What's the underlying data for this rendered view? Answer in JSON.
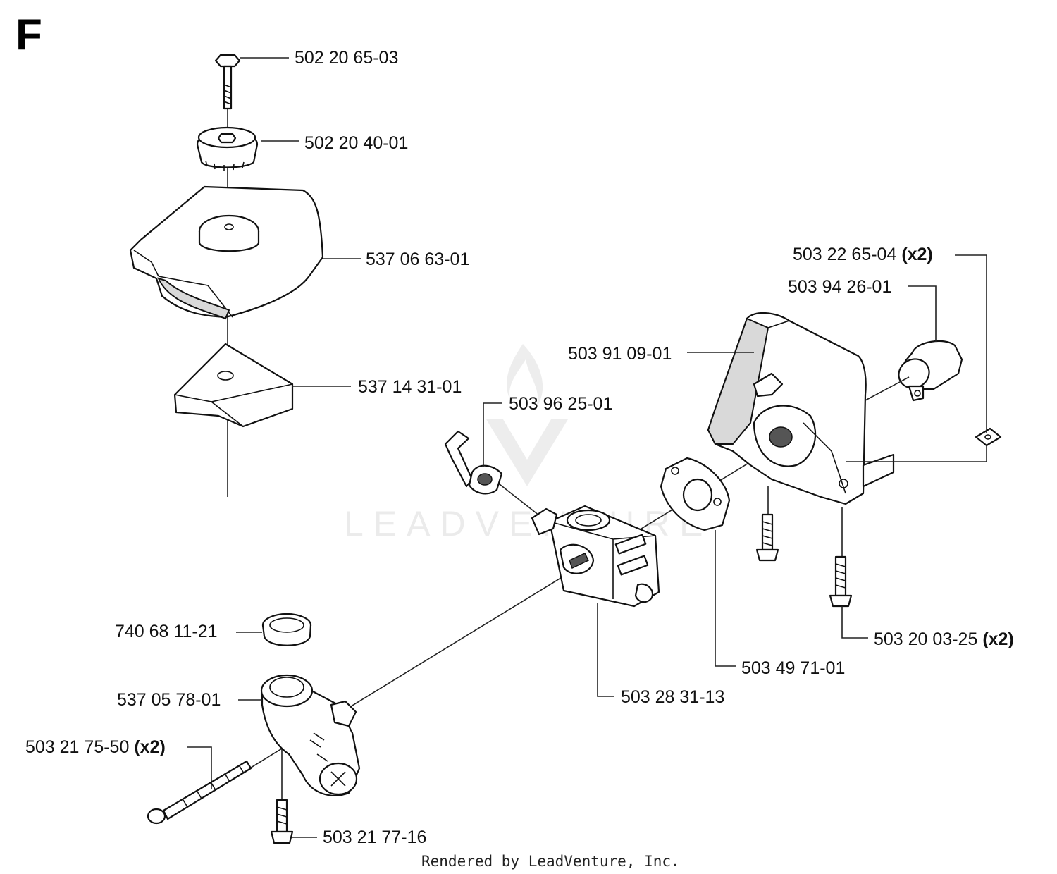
{
  "section_letter": "F",
  "footer": "Rendered by LeadVenture, Inc.",
  "watermark": "LEADVENTURE",
  "parts": [
    {
      "id": "p1",
      "number": "502 20 65-03",
      "qty": ""
    },
    {
      "id": "p2",
      "number": "502 20 40-01",
      "qty": ""
    },
    {
      "id": "p3",
      "number": "537 06 63-01",
      "qty": ""
    },
    {
      "id": "p4",
      "number": "537 14 31-01",
      "qty": ""
    },
    {
      "id": "p5",
      "number": "503 96 25-01",
      "qty": ""
    },
    {
      "id": "p6",
      "number": "503 91 09-01",
      "qty": ""
    },
    {
      "id": "p7",
      "number": "503 22 65-04",
      "qty": "(x2)"
    },
    {
      "id": "p8",
      "number": "503 94 26-01",
      "qty": ""
    },
    {
      "id": "p9",
      "number": "740 68 11-21",
      "qty": ""
    },
    {
      "id": "p10",
      "number": "537 05 78-01",
      "qty": ""
    },
    {
      "id": "p11",
      "number": "503 21 75-50",
      "qty": "(x2)"
    },
    {
      "id": "p12",
      "number": "503 21 77-16",
      "qty": ""
    },
    {
      "id": "p13",
      "number": "503 28 31-13",
      "qty": ""
    },
    {
      "id": "p14",
      "number": "503 49 71-01",
      "qty": ""
    },
    {
      "id": "p15",
      "number": "503 20 03-25",
      "qty": "(x2)"
    }
  ]
}
